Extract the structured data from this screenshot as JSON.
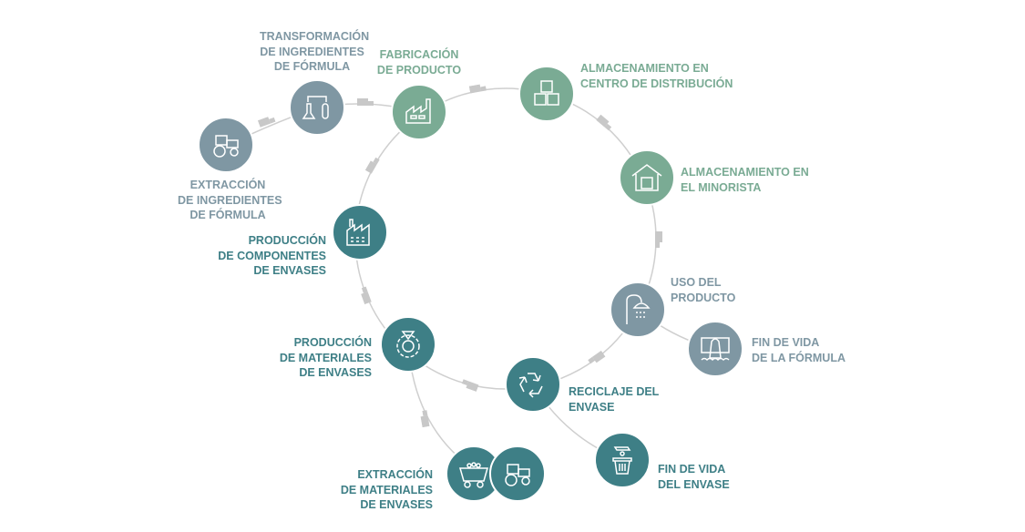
{
  "colors": {
    "gray": "#7f97a3",
    "green": "#7aab94",
    "teal": "#3e7f86",
    "line": "#cfcfcf",
    "truck": "#c8c8c8"
  },
  "stages": {
    "extraccion_ingredientes": "EXTRACCIÓN\nDE INGREDIENTES\nDE FÓRMULA",
    "transformacion": "TRANSFORMACIÓN\nDE INGREDIENTES\nDE FÓRMULA",
    "fabricacion": "FABRICACIÓN\nDE PRODUCTO",
    "almacen_distribucion": "ALMACENAMIENTO EN\nCENTRO DE DISTRIBUCIÓN",
    "almacen_minorista": "ALMACENAMIENTO EN\nEL MINORISTA",
    "uso": "USO DEL\nPRODUCTO",
    "fin_formula": "FIN DE VIDA\nDE LA FÓRMULA",
    "reciclaje": "RECICLAJE DEL\nENVASE",
    "fin_envase": "FIN DE VIDA\nDEL ENVASE",
    "extraccion_materiales": "EXTRACCIÓN\nDE MATERIALES\nDE ENVASES",
    "produccion_materiales": "PRODUCCIÓN\nDE MATERIALES\nDE ENVASES",
    "produccion_componentes": "PRODUCCIÓN\nDE COMPONENTES\nDE ENVASES"
  }
}
